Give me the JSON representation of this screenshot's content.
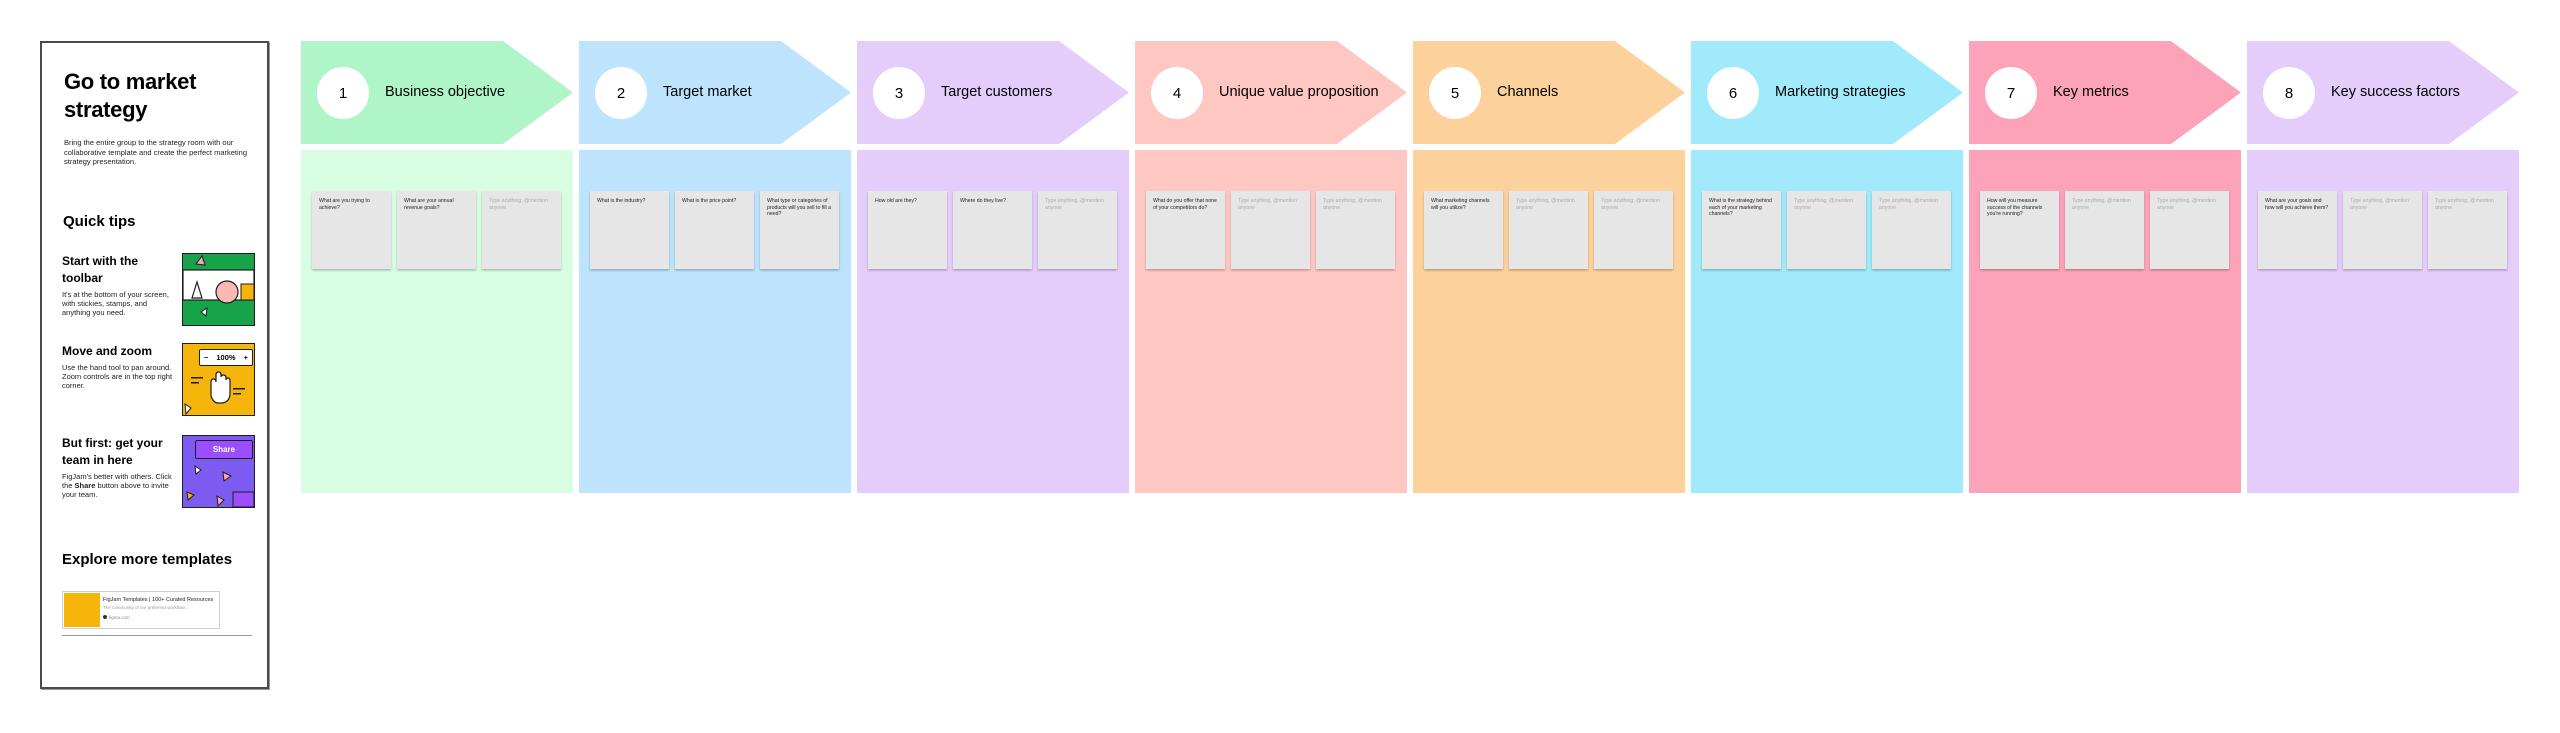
{
  "panel": {
    "title": "Go to market strategy",
    "description": "Bring the entire group to the strategy room with our collaborative template and create the perfect marketing strategy presentation.",
    "quick_tips_title": "Quick tips",
    "tips": [
      {
        "title": "Start with the toolbar",
        "body": "It's at the bottom of your screen, with stickies, stamps, and anything you need."
      },
      {
        "title": "Move and zoom",
        "body": "Use the hand tool to pan around. Zoom controls are in the top right corner.",
        "zoom_label": "100%"
      },
      {
        "title": "But first: get your team in here",
        "body_pre": "FigJam's better with others. Click the ",
        "body_bold": "Share",
        "body_post": " button above to invite your team.",
        "button_label": "Share"
      }
    ],
    "explore_title": "Explore more templates",
    "template_card": {
      "name": "FigJam Templates | 100+ Curated Resources",
      "subtitle": "The community of our preferred workflow...",
      "host": "figma.com"
    }
  },
  "colors": {
    "head": [
      "#b0f5c8",
      "#bde3fd",
      "#e4cdfb",
      "#ffc7c2",
      "#fcd19c",
      "#a0eafb",
      "#fca3b9",
      "#e4cdfb"
    ],
    "body": [
      "#d7fde3",
      "#bde3fd",
      "#e4cdfb",
      "#ffc7c2",
      "#fcd19c",
      "#a0eafb",
      "#fca3b9",
      "#e4cdfb"
    ]
  },
  "columns": [
    {
      "num": "1",
      "label": "Business objective",
      "stickies": [
        {
          "text": "What are you trying to achieve?",
          "placeholder": false
        },
        {
          "text": "What are your annual revenue goals?",
          "placeholder": false
        },
        {
          "text": "Type anything, @mention anyone",
          "placeholder": true
        }
      ]
    },
    {
      "num": "2",
      "label": "Target market",
      "stickies": [
        {
          "text": "What is the industry?",
          "placeholder": false
        },
        {
          "text": "What is the price point?",
          "placeholder": false
        },
        {
          "text": "What type or categories of products will you sell to fill a need?",
          "placeholder": false
        }
      ]
    },
    {
      "num": "3",
      "label": "Target customers",
      "stickies": [
        {
          "text": "How old are they?",
          "placeholder": false
        },
        {
          "text": "Where do they live?",
          "placeholder": false
        },
        {
          "text": "Type anything, @mention anyone",
          "placeholder": true
        }
      ]
    },
    {
      "num": "4",
      "label": "Unique value proposition",
      "stickies": [
        {
          "text": "What do you offer that none of your competitors do?",
          "placeholder": false
        },
        {
          "text": "Type anything, @mention anyone",
          "placeholder": true
        },
        {
          "text": "Type anything, @mention anyone",
          "placeholder": true
        }
      ]
    },
    {
      "num": "5",
      "label": "Channels",
      "stickies": [
        {
          "text": "What marketing channels will you utilize?",
          "placeholder": false
        },
        {
          "text": "Type anything, @mention anyone",
          "placeholder": true
        },
        {
          "text": "Type anything, @mention anyone",
          "placeholder": true
        }
      ]
    },
    {
      "num": "6",
      "label": "Marketing strategies",
      "stickies": [
        {
          "text": "What is the strategy behind each of your marketing channels?",
          "placeholder": false
        },
        {
          "text": "Type anything, @mention anyone",
          "placeholder": true
        },
        {
          "text": "Type anything, @mention anyone",
          "placeholder": true
        }
      ]
    },
    {
      "num": "7",
      "label": "Key metrics",
      "stickies": [
        {
          "text": "How will you measure success of the channels you're running?",
          "placeholder": false
        },
        {
          "text": "Type anything, @mention anyone",
          "placeholder": true
        },
        {
          "text": "Type anything, @mention anyone",
          "placeholder": true
        }
      ]
    },
    {
      "num": "8",
      "label": "Key success factors",
      "stickies": [
        {
          "text": "What are your goals and how will you achieve them?",
          "placeholder": false
        },
        {
          "text": "Type anything, @mention anyone",
          "placeholder": true
        },
        {
          "text": "Type anything, @mention anyone",
          "placeholder": true
        }
      ]
    }
  ]
}
